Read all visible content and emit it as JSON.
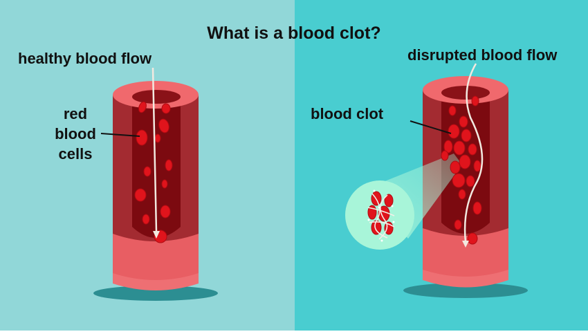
{
  "title": "What is a blood clot?",
  "left_panel": {
    "heading": "healthy blood flow",
    "callout": "red blood cells",
    "background": "#91d7d8"
  },
  "right_panel": {
    "heading": "disrupted blood flow",
    "callout": "blood clot",
    "background": "#49cdd0"
  },
  "colors": {
    "vessel_wall": "#d94f57",
    "vessel_top": "#ef6b70",
    "vessel_interior": "#7c0a10",
    "cell": "#e0141c",
    "flow_arrow": "#f2e9e0",
    "magnifier": "#a8f5d9"
  }
}
